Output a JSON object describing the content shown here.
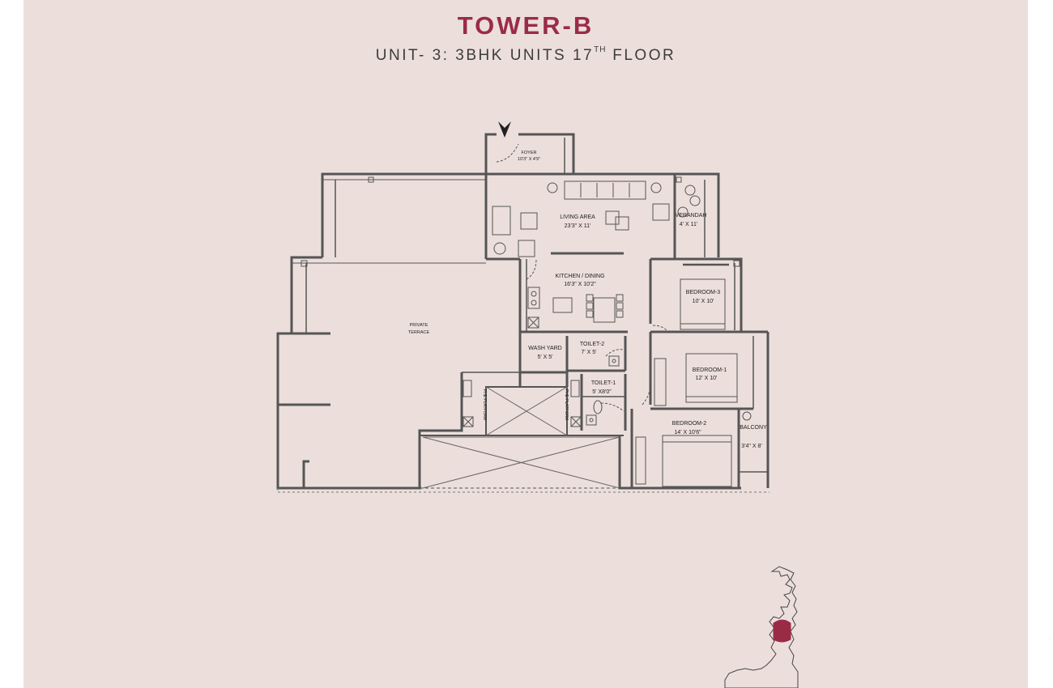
{
  "header": {
    "title": "TOWER-B",
    "subtitle_main": "UNIT- 3:  3BHK UNITS 17",
    "subtitle_sup": "TH",
    "subtitle_tail": " FLOOR"
  },
  "rooms": {
    "foyer": {
      "name": "FOYER",
      "size": "10'3\" X 4'9\""
    },
    "living": {
      "name": "LIVING AREA",
      "size": "23'3\" X 11'"
    },
    "verandah": {
      "name": "VERANDAH",
      "size": "4' X 11'"
    },
    "kitchen": {
      "name": "KITCHEN / DINING",
      "size": "16'3\" X 10'2\""
    },
    "terrace": {
      "name1": "PRIVATE",
      "name2": "TERRACE"
    },
    "bedroom3": {
      "name": "BEDROOM-3",
      "size": "10' X 10'"
    },
    "washyard": {
      "name": "WASH YARD",
      "size": "5' X 5'"
    },
    "toilet2": {
      "name": "TOILET-2",
      "size": "7' X 5'"
    },
    "bedroom1": {
      "name": "BEDROOM-1",
      "size": "12' X 10'"
    },
    "toilet1": {
      "name": "TOILET-1",
      "size": "5' X8'0\""
    },
    "bedroom2": {
      "name": "BEDROOM-2",
      "size": "14' X 10'6\""
    },
    "balcony": {
      "name": "BALCONY",
      "size": "3'4\" X 8'"
    },
    "phe_left": "PHE PLATFORM",
    "phe_right": "PHE PLATFORM"
  },
  "colors": {
    "background": "#ecdfdb",
    "accent": "#9a2b47",
    "wall": "#555555"
  }
}
